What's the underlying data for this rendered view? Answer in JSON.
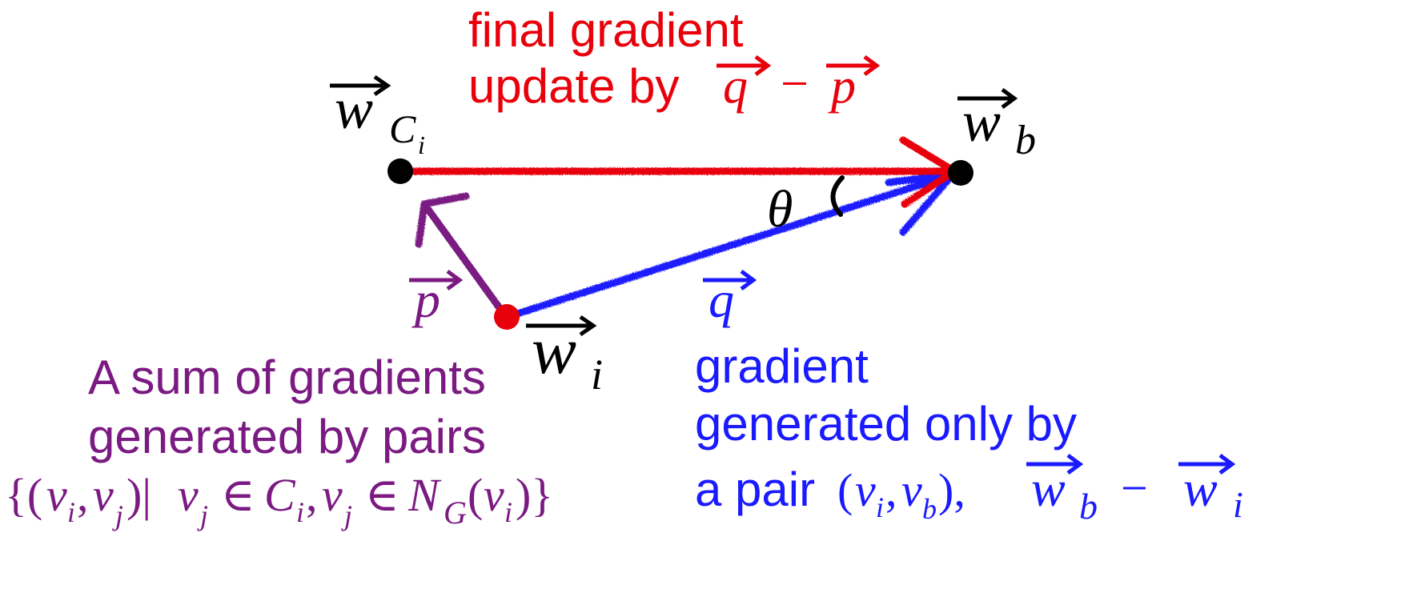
{
  "colors": {
    "red": "#e8000b",
    "blue": "#1a1aff",
    "purple": "#7a1a82",
    "black": "#000000"
  },
  "points": {
    "w_ci": {
      "symbol": "w",
      "sub": "C",
      "subsub": "i"
    },
    "w_b": {
      "symbol": "w",
      "sub": "b"
    },
    "w_i": {
      "symbol": "w",
      "sub": "i"
    }
  },
  "vectors": {
    "p": "p",
    "q": "q"
  },
  "angle": "θ",
  "red_label": {
    "line1": "final gradient",
    "line2_text": "update by",
    "q": "q",
    "minus": "−",
    "p": "p"
  },
  "purple_label": {
    "line1": "A sum of gradients",
    "line2": "generated by pairs",
    "set_open": "{(",
    "vi_v": "v",
    "vi_sub": "i",
    "comma1": ",",
    "vj_v": "v",
    "vj_sub": "j",
    "bar": ")|",
    "vj2_v": "v",
    "vj2_sub": "j",
    "in1": "∈",
    "ci_c": "C",
    "ci_sub": "i",
    "comma2": ",",
    "vj3_v": "v",
    "vj3_sub": "j",
    "in2": "∈",
    "n_sym": "N",
    "n_sub": "G",
    "paren_open": "(",
    "vi2_v": "v",
    "vi2_sub": "i",
    "set_close": ")}"
  },
  "blue_label": {
    "line1": "gradient",
    "line2": "generated only by",
    "line3_text": "a pair",
    "pair_open": "(",
    "vi_v": "v",
    "vi_sub": "i",
    "comma": ",",
    "vb_v": "v",
    "vb_sub": "b",
    "pair_close": "),",
    "wb": "w",
    "wb_sub": "b",
    "minus": "−",
    "wi": "w",
    "wi_sub": "i"
  }
}
